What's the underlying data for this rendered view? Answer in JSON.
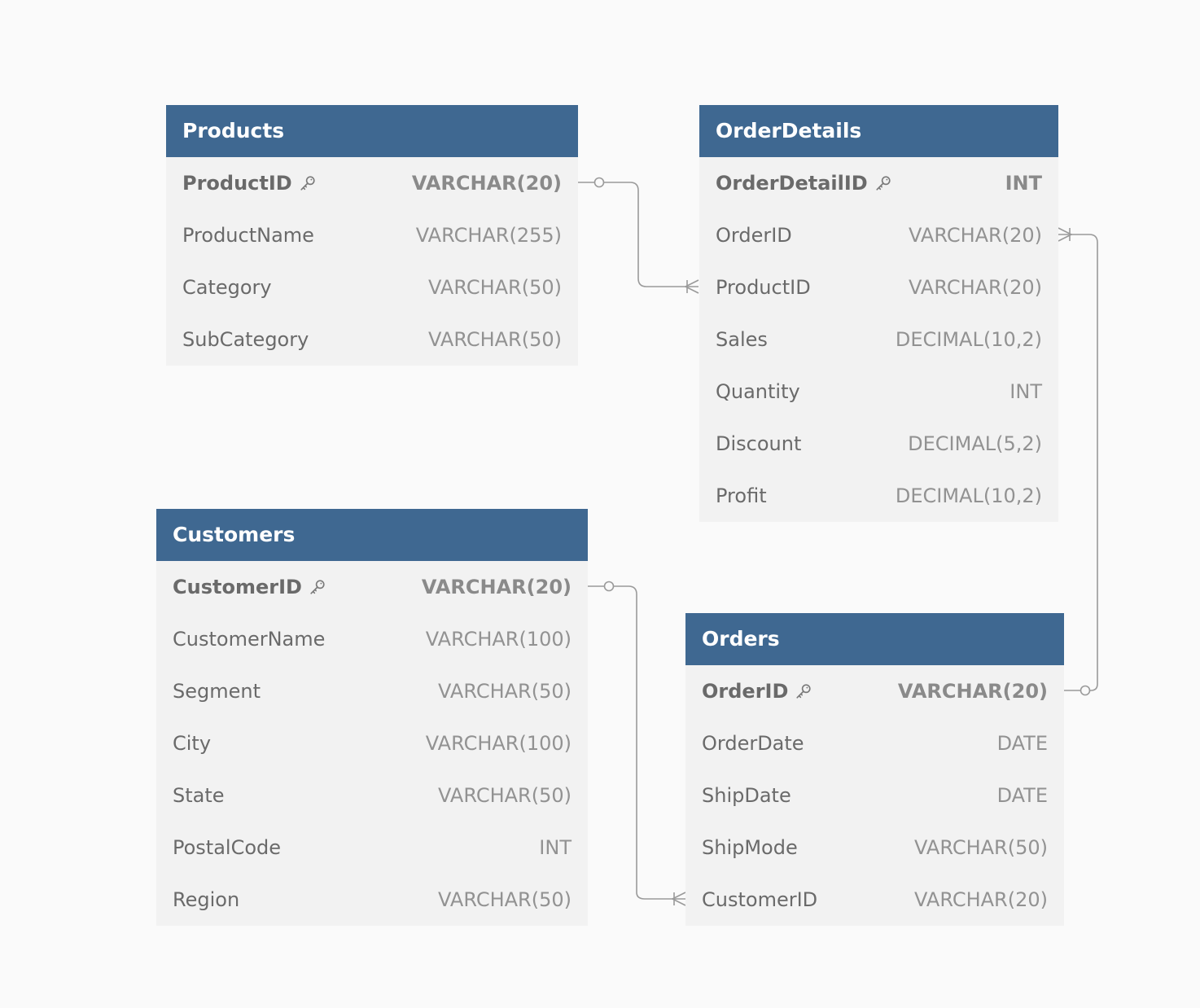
{
  "tables": {
    "products": {
      "name": "Products",
      "columns": [
        {
          "name": "ProductID",
          "type": "VARCHAR(20)",
          "pk": true
        },
        {
          "name": "ProductName",
          "type": "VARCHAR(255)"
        },
        {
          "name": "Category",
          "type": "VARCHAR(50)"
        },
        {
          "name": "SubCategory",
          "type": "VARCHAR(50)"
        }
      ]
    },
    "order_details": {
      "name": "OrderDetails",
      "columns": [
        {
          "name": "OrderDetailID",
          "type": "INT",
          "pk": true
        },
        {
          "name": "OrderID",
          "type": "VARCHAR(20)"
        },
        {
          "name": "ProductID",
          "type": "VARCHAR(20)"
        },
        {
          "name": "Sales",
          "type": "DECIMAL(10,2)"
        },
        {
          "name": "Quantity",
          "type": "INT"
        },
        {
          "name": "Discount",
          "type": "DECIMAL(5,2)"
        },
        {
          "name": "Profit",
          "type": "DECIMAL(10,2)"
        }
      ]
    },
    "customers": {
      "name": "Customers",
      "columns": [
        {
          "name": "CustomerID",
          "type": "VARCHAR(20)",
          "pk": true
        },
        {
          "name": "CustomerName",
          "type": "VARCHAR(100)"
        },
        {
          "name": "Segment",
          "type": "VARCHAR(50)"
        },
        {
          "name": "City",
          "type": "VARCHAR(100)"
        },
        {
          "name": "State",
          "type": "VARCHAR(50)"
        },
        {
          "name": "PostalCode",
          "type": "INT"
        },
        {
          "name": "Region",
          "type": "VARCHAR(50)"
        }
      ]
    },
    "orders": {
      "name": "Orders",
      "columns": [
        {
          "name": "OrderID",
          "type": "VARCHAR(20)",
          "pk": true
        },
        {
          "name": "OrderDate",
          "type": "DATE"
        },
        {
          "name": "ShipDate",
          "type": "DATE"
        },
        {
          "name": "ShipMode",
          "type": "VARCHAR(50)"
        },
        {
          "name": "CustomerID",
          "type": "VARCHAR(20)"
        }
      ]
    }
  },
  "relationships": [
    {
      "from": "Products.ProductID",
      "to": "OrderDetails.ProductID",
      "from_end": "one",
      "to_end": "many"
    },
    {
      "from": "Orders.OrderID",
      "to": "OrderDetails.OrderID",
      "from_end": "one",
      "to_end": "many"
    },
    {
      "from": "Customers.CustomerID",
      "to": "Orders.CustomerID",
      "from_end": "one",
      "to_end": "many"
    }
  ],
  "icons": {
    "primary_key": "key-icon"
  },
  "colors": {
    "header": "#3f6891",
    "row_background": "#f2f2f2",
    "connector": "#9a9a9a"
  }
}
